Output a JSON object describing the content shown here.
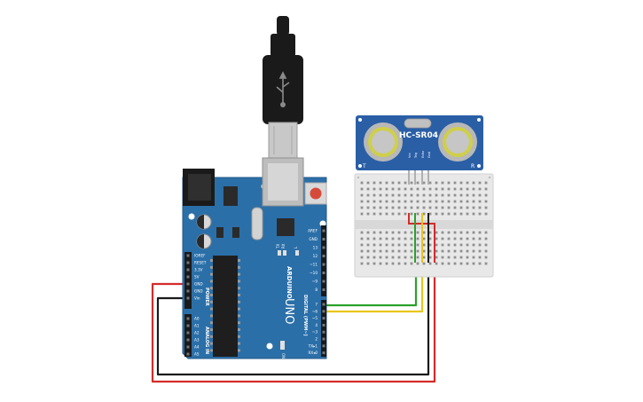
{
  "sensor": {
    "name": "HC-SR04",
    "pins": [
      "Vcc",
      "Trig",
      "Echo",
      "Gnd"
    ],
    "corner_left": "T",
    "corner_right": "R"
  },
  "arduino": {
    "brand": "ARDUINO",
    "model": "UNO",
    "tx": "TX",
    "rx": "RX",
    "l": "L",
    "on": "ON",
    "power_header": "POWER",
    "analog_header": "ANALOG IN",
    "digital_header": "DIGITAL (PWM~)",
    "power_pins": [
      "IOREF",
      "RESET",
      "3.3V",
      "5V",
      "GND",
      "GND",
      "Vin"
    ],
    "analog_pins": [
      "A0",
      "A1",
      "A2",
      "A3",
      "A4",
      "A5"
    ],
    "digital_pins_top": [
      "AREF",
      "GND",
      "13",
      "12",
      "~11",
      "~10",
      "~9",
      "8"
    ],
    "digital_pins_bottom": [
      "7",
      "~6",
      "~5",
      "4",
      "~3",
      "2",
      "TX▸1",
      "RX◂0"
    ]
  },
  "colors": {
    "board": "#2b6fa8",
    "sensor_board": "#2a5fa6",
    "breadboard": "#e8e8e8",
    "wire_red": "#d42b2b",
    "wire_black": "#1a1a1a",
    "wire_green": "#2ba02b",
    "wire_yellow": "#e8c51a"
  }
}
